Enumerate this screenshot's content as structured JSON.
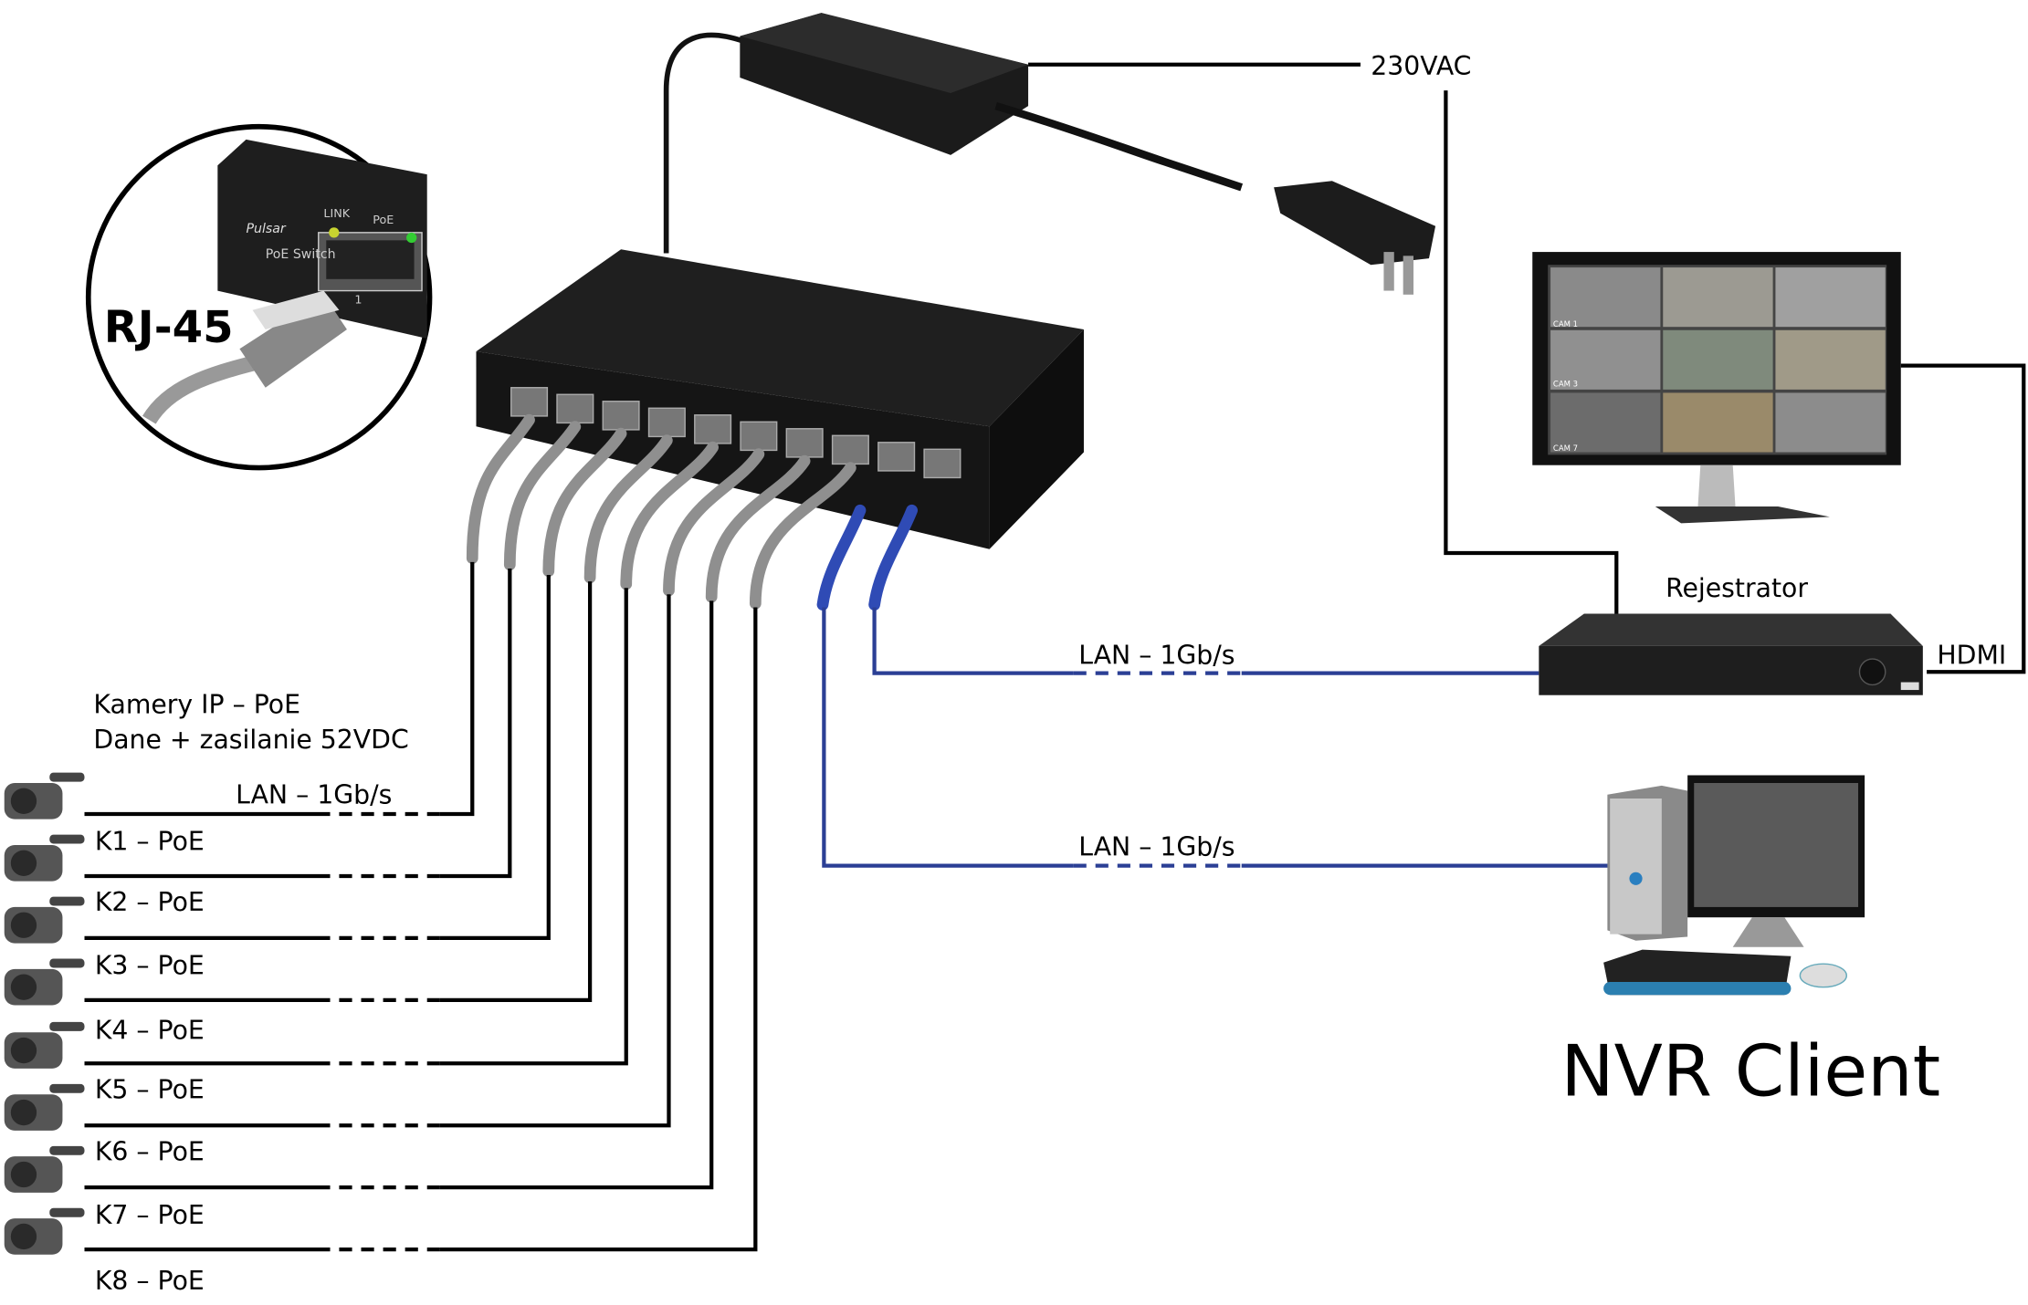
{
  "power": {
    "label": "230VAC"
  },
  "inset": {
    "label": "RJ-45",
    "device_logo": "Pulsar",
    "device_text": "PoE Switch",
    "led_link": "LINK",
    "led_poe": "PoE",
    "port_number": "1"
  },
  "cameras": {
    "title": "Kamery IP – PoE",
    "subtitle": "Dane + zasilanie 52VDC",
    "lan_label": "LAN – 1Gb/s",
    "items": [
      {
        "label": "K1 – PoE"
      },
      {
        "label": "K2 – PoE"
      },
      {
        "label": "K3 – PoE"
      },
      {
        "label": "K4 – PoE"
      },
      {
        "label": "K5 – PoE"
      },
      {
        "label": "K6 – PoE"
      },
      {
        "label": "K7 – PoE"
      },
      {
        "label": "K8 – PoE"
      }
    ]
  },
  "recorder": {
    "label": "Rejestrator",
    "lan_label": "LAN – 1Gb/s",
    "hdmi_label": "HDMI"
  },
  "client": {
    "label": "NVR Client",
    "lan_label": "LAN – 1Gb/s"
  },
  "monitor": {
    "cam_labels": [
      "CAM 1",
      "CAM 3",
      "CAM 7"
    ]
  },
  "colors": {
    "lan_blue": "#2b3f95",
    "wire": "#000000",
    "cable_gray": "#8f8f8f"
  }
}
